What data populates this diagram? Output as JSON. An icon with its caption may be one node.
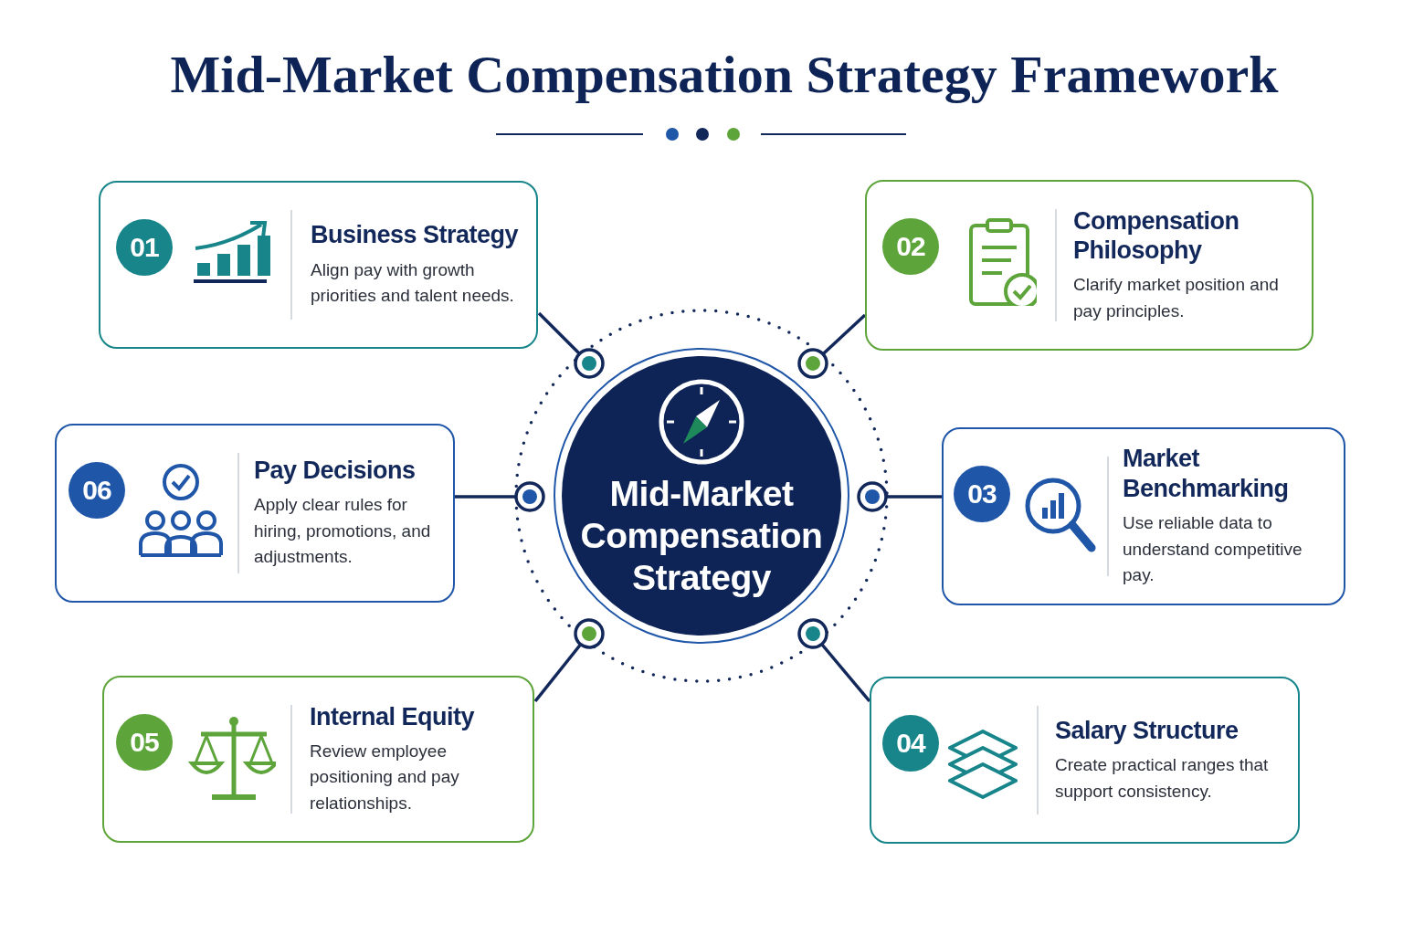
{
  "diagram": {
    "title": "Mid-Market Compensation Strategy Framework",
    "nodes": [
      {
        "text": [
          "Mid-Market Compensation Strategy"
        ]
      },
      {
        "text": [
          "01",
          "Business Strategy",
          "Align pay with growth priorities and talent needs."
        ]
      },
      {
        "text": [
          "02",
          "Compensation Philosophy",
          "Clarify market position and pay principles."
        ]
      },
      {
        "text": [
          "03",
          "Market Benchmarking",
          "Use reliable data to understand competitive pay."
        ]
      },
      {
        "text": [
          "04",
          "Salary Structure",
          "Create practical ranges that support consistency."
        ]
      },
      {
        "text": [
          "05",
          "Internal Equity",
          "Review employee positioning and pay relationships."
        ]
      },
      {
        "text": [
          "06",
          "Pay Decisions",
          "Apply clear rules for hiring, promotions, and adjustments."
        ]
      }
    ],
    "edges": [
      {
        "from": 1,
        "to": 0,
        "arrow": "other"
      },
      {
        "from": 2,
        "to": 0,
        "arrow": "other"
      },
      {
        "from": 3,
        "to": 0,
        "arrow": "other"
      },
      {
        "from": 4,
        "to": 0,
        "arrow": "other"
      },
      {
        "from": 5,
        "to": 0,
        "arrow": "other"
      },
      {
        "from": 6,
        "to": 0,
        "arrow": "other"
      }
    ]
  }
}
